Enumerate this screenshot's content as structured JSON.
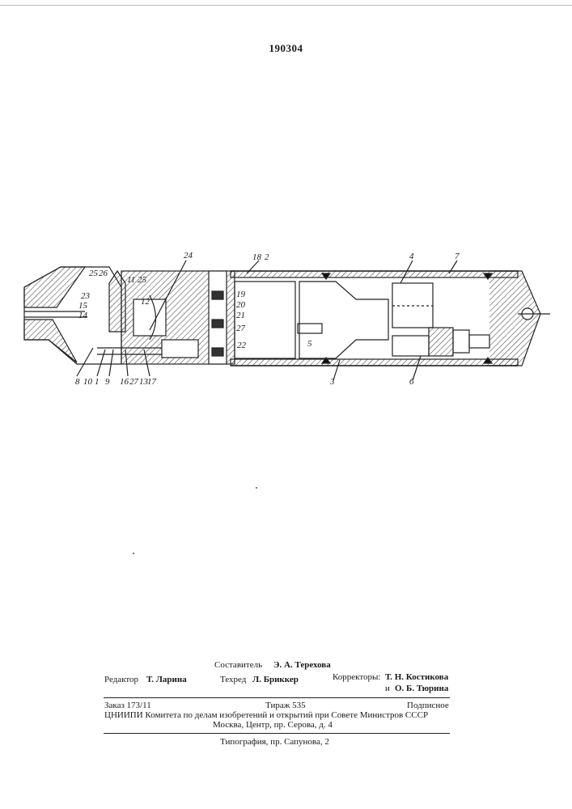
{
  "patent_number": "190304",
  "figure_labels": [
    "1",
    "2",
    "3",
    "4",
    "5",
    "6",
    "7",
    "8",
    "9",
    "10",
    "11",
    "12",
    "13",
    "14",
    "15",
    "16",
    "17",
    "18",
    "19",
    "20",
    "21",
    "22",
    "23",
    "24",
    "25",
    "26",
    "27"
  ],
  "footer": {
    "compiler_label": "Составитель",
    "compiler_name": "Э. А. Терехова",
    "editor_label": "Редактор",
    "editor_name": "Т. Ларина",
    "techred_label": "Техред",
    "techred_name": "Л. Бриккер",
    "correctors_label": "Корректоры:",
    "corrector1": "Т. Н. Костикова",
    "corrector2_prefix": "и",
    "corrector2": "О. Б. Тюрина",
    "order": "Заказ 173/11",
    "circulation": "Тираж 535",
    "subscription": "Подписное",
    "institute": "ЦНИИПИ Комитета по делам изобретений и открытий при Совете Министров СССР",
    "address": "Москва, Центр, пр. Серова, д. 4",
    "printer": "Типография, пр. Сапунова, 2"
  }
}
